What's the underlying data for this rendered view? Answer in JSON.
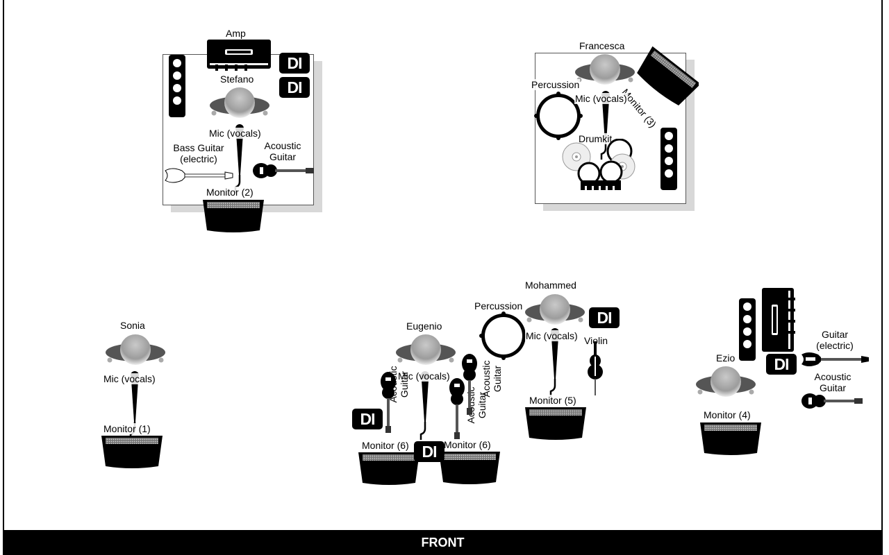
{
  "front_label": "FRONT",
  "di_label": "DI",
  "performers": {
    "stefano": "Stefano",
    "francesca": "Francesca",
    "sonia": "Sonia",
    "eugenio": "Eugenio",
    "mohammed": "Mohammed",
    "ezio": "Ezio"
  },
  "labels": {
    "amp": "Amp",
    "mic_vocals": "Mic (vocals)",
    "bass_guitar": "Bass Guitar (electric)",
    "acoustic_guitar": "Acoustic Guitar",
    "percussion": "Percussion",
    "drumkit": "Drumkit",
    "violin": "Violin",
    "guitar_electric": "Guitar (electric)",
    "monitor_1": "Monitor (1)",
    "monitor_2": "Monitor (2)",
    "monitor_3": "Monitor (3)",
    "monitor_4": "Monitor (4)",
    "monitor_5": "Monitor (5)",
    "monitor_6": "Monitor (6)"
  }
}
